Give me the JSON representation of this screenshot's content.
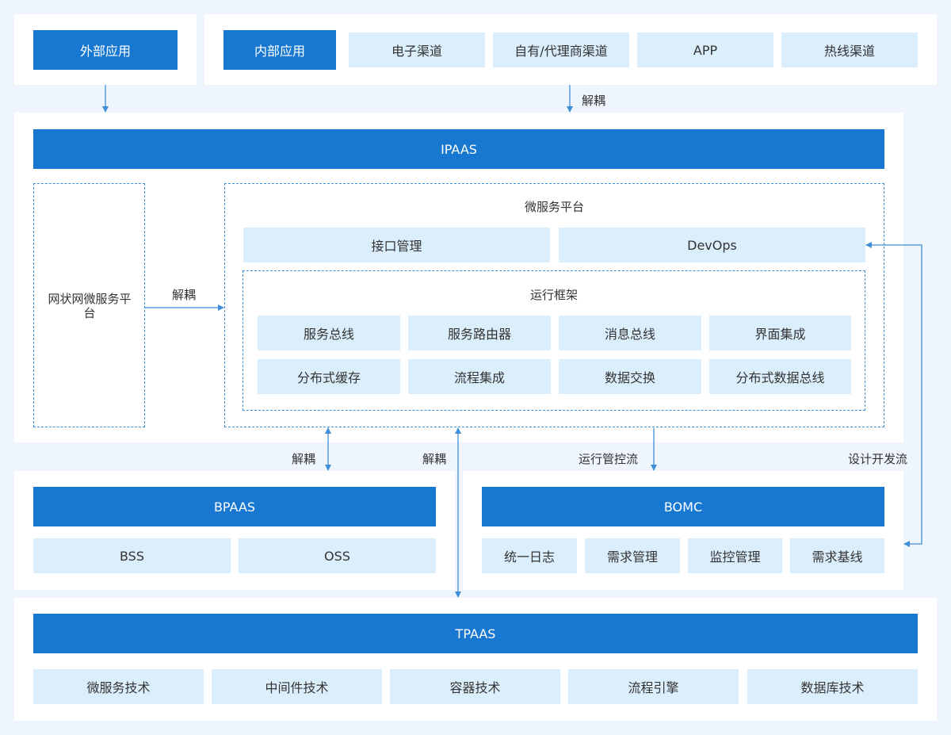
{
  "top": {
    "external": "外部应用",
    "internal": "内部应用",
    "channels": [
      "电子渠道",
      "自有/代理商渠道",
      "APP",
      "热线渠道"
    ]
  },
  "ipaas": {
    "title": "IPAAS",
    "mesh_platform": "网状网微服务平台",
    "micro_title": "微服务平台",
    "interface_mgmt": "接口管理",
    "devops": "DevOps",
    "runtime_title": "运行框架",
    "runtime_items": [
      "服务总线",
      "服务路由器",
      "消息总线",
      "界面集成",
      "分布式缓存",
      "流程集成",
      "数据交换",
      "分布式数据总线"
    ]
  },
  "bpaas": {
    "title": "BPAAS",
    "items": [
      "BSS",
      "OSS"
    ]
  },
  "bomc": {
    "title": "BOMC",
    "items": [
      "统一日志",
      "需求管理",
      "监控管理",
      "需求基线"
    ]
  },
  "tpaas": {
    "title": "TPAAS",
    "items": [
      "微服务技术",
      "中间件技术",
      "容器技术",
      "流程引擎",
      "数据库技术"
    ]
  },
  "edges": {
    "decouple_top": "解耦",
    "decouple_mesh": "解耦",
    "decouple_bpaas": "解耦",
    "decouple_tpaas": "解耦",
    "runtime_control": "运行管控流",
    "design_dev": "设计开发流"
  },
  "colors": {
    "dark": "#1878d1",
    "light": "#dbeefc",
    "background": "#eef5fd",
    "line": "#3f8fd6"
  }
}
